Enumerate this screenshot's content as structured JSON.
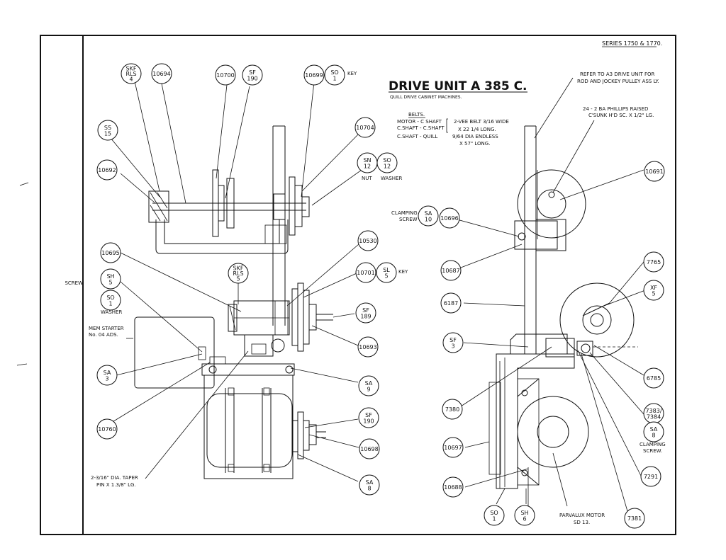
{
  "series": "SERIES 1750 & 1770.",
  "title": "DRIVE UNIT A 385 C.",
  "subtitle": "QUILL DRIVE CABINET MACHINES.",
  "belts": {
    "heading": "BELTS.",
    "row1_label": "MOTOR - C SHAFT",
    "row2_label": "C.SHAFT - C.SHAFT",
    "row12_value": "2-VEE BELT 3/16 WIDE",
    "row12_value2": "X 22 1/4 LONG.",
    "row3_label": "C.SHAFT - QUILL",
    "row3_value": "9/64 DIA ENDLESS",
    "row3_value2": "X 57\" LONG."
  },
  "notes": {
    "refer1": "REFER TO A3 DRIVE UNIT FOR",
    "refer2": "ROD AND JOCKEY PULLEY ASS LY.",
    "phillips1": "24 - 2 BA PHILLIPS RAISED",
    "phillips2": "C'SUNK H'D SC. X 1/2\" LG.",
    "key1": "KEY",
    "key2": "KEY",
    "nut": "NUT",
    "washer1": "WASHER",
    "screw": "SCREW",
    "washer2": "WASHER",
    "clamp1": "CLAMPING",
    "clamp1b": "SCREW",
    "mem1": "MEM STARTER",
    "mem2": "No. 04 ADS.",
    "taper1": "2-3/16\" DIA. TAPER",
    "taper2": "PIN X 1.3/8\" LG.",
    "clamp2": "CLAMPING",
    "clamp2b": "SCREW.",
    "motor1": "PARVALUX MOTOR",
    "motor2": "SD 13."
  },
  "callouts": [
    {
      "id": "skf-rls-4",
      "lines": [
        "SKF",
        "RLS",
        "4"
      ]
    },
    {
      "id": "10694",
      "lines": [
        "10694"
      ]
    },
    {
      "id": "10700",
      "lines": [
        "10700"
      ]
    },
    {
      "id": "sf-190-top",
      "lines": [
        "SF",
        "190"
      ]
    },
    {
      "id": "10699",
      "lines": [
        "10699"
      ]
    },
    {
      "id": "so-1-top",
      "lines": [
        "SO",
        "1"
      ]
    },
    {
      "id": "ss-15",
      "lines": [
        "SS",
        "15"
      ]
    },
    {
      "id": "10704",
      "lines": [
        "10704"
      ]
    },
    {
      "id": "10692",
      "lines": [
        "10692"
      ]
    },
    {
      "id": "sn-12",
      "lines": [
        "SN",
        "12"
      ]
    },
    {
      "id": "so-12",
      "lines": [
        "SO",
        "12"
      ]
    },
    {
      "id": "10530",
      "lines": [
        "10530"
      ]
    },
    {
      "id": "10695",
      "lines": [
        "10695"
      ]
    },
    {
      "id": "skf-rls-5",
      "lines": [
        "SKF",
        "RLS",
        "5"
      ]
    },
    {
      "id": "10701",
      "lines": [
        "10701"
      ]
    },
    {
      "id": "sl-5",
      "lines": [
        "SL",
        "5"
      ]
    },
    {
      "id": "sh-5",
      "lines": [
        "SH",
        "5"
      ]
    },
    {
      "id": "so-1-left",
      "lines": [
        "SO",
        "1"
      ]
    },
    {
      "id": "sf-189",
      "lines": [
        "SF",
        "189"
      ]
    },
    {
      "id": "10693",
      "lines": [
        "10693"
      ]
    },
    {
      "id": "sa-3",
      "lines": [
        "SA",
        "3"
      ]
    },
    {
      "id": "sa-9",
      "lines": [
        "SA",
        "9"
      ]
    },
    {
      "id": "sf-190-low",
      "lines": [
        "SF",
        "190"
      ]
    },
    {
      "id": "10760",
      "lines": [
        "10760"
      ]
    },
    {
      "id": "10698",
      "lines": [
        "10698"
      ]
    },
    {
      "id": "sa-8-left",
      "lines": [
        "SA",
        "8"
      ]
    },
    {
      "id": "10691",
      "lines": [
        "10691"
      ]
    },
    {
      "id": "sa-10",
      "lines": [
        "SA",
        "10"
      ]
    },
    {
      "id": "10696",
      "lines": [
        "10696"
      ]
    },
    {
      "id": "10687",
      "lines": [
        "10687"
      ]
    },
    {
      "id": "7765",
      "lines": [
        "7765"
      ]
    },
    {
      "id": "xf-5",
      "lines": [
        "XF",
        "5"
      ]
    },
    {
      "id": "6187",
      "lines": [
        "6187"
      ]
    },
    {
      "id": "sf-3",
      "lines": [
        "SF",
        "3"
      ]
    },
    {
      "id": "6785",
      "lines": [
        "6785"
      ]
    },
    {
      "id": "7380",
      "lines": [
        "7380"
      ]
    },
    {
      "id": "7383-7384",
      "lines": [
        "7383/",
        "7384"
      ]
    },
    {
      "id": "sa-8-right",
      "lines": [
        "SA",
        "8"
      ]
    },
    {
      "id": "10697",
      "lines": [
        "10697"
      ]
    },
    {
      "id": "7291",
      "lines": [
        "7291"
      ]
    },
    {
      "id": "10688",
      "lines": [
        "10688"
      ]
    },
    {
      "id": "so-1-bottom",
      "lines": [
        "SO",
        "1"
      ]
    },
    {
      "id": "sh-6",
      "lines": [
        "SH",
        "6"
      ]
    },
    {
      "id": "7381",
      "lines": [
        "7381"
      ]
    }
  ]
}
